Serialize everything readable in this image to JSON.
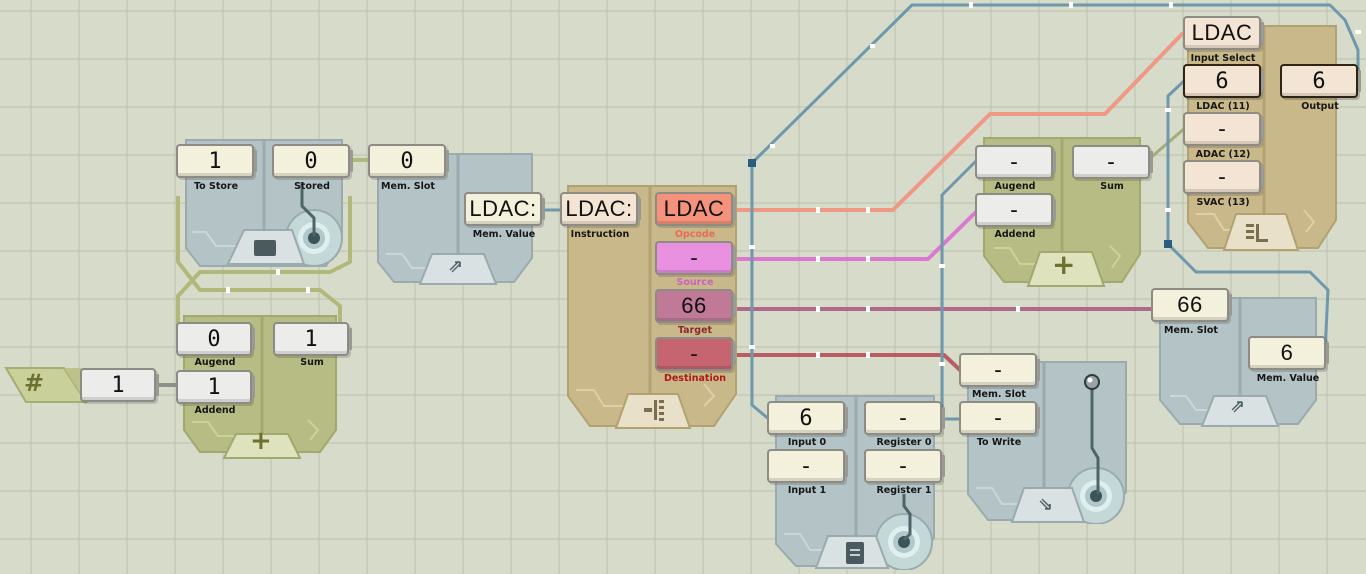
{
  "colors": {
    "background": "#d7dbca",
    "wire_green": "#b2b87a",
    "wire_blue": "#6f98ac",
    "wire_opcode": "#ef9884",
    "wire_source": "#d97ad0",
    "wire_target": "#b06a88",
    "wire_destination": "#b85d66",
    "wire_olive": "#9fad78",
    "chip_blue": "#b4c3c6",
    "chip_green": "#b6bc84",
    "chip_tan": "#c9b98a"
  },
  "constant": {
    "icon": "hash-icon",
    "value": "1"
  },
  "adder_left": {
    "icon": "plus-icon",
    "augend": {
      "value": "0",
      "label": "Augend"
    },
    "addend": {
      "value": "1",
      "label": "Addend"
    },
    "sum": {
      "value": "1",
      "label": "Sum"
    }
  },
  "register_left": {
    "icon": "box-icon",
    "to_store": {
      "value": "1",
      "label": "To Store"
    },
    "stored": {
      "value": "0",
      "label": "Stored"
    }
  },
  "ram_read_left": {
    "icon": "memory-read-icon",
    "mem_slot": {
      "value": "0",
      "label": "Mem. Slot"
    },
    "mem_value": {
      "value": "LDAC:",
      "label": "Mem. Value"
    }
  },
  "decoder": {
    "icon": "split-icon",
    "instruction": {
      "value": "LDAC:",
      "label": "Instruction"
    },
    "opcode": {
      "value": "LDAC",
      "label": "Opcode"
    },
    "source": {
      "value": "-",
      "label": "Source"
    },
    "target": {
      "value": "66",
      "label": "Target"
    },
    "destination": {
      "value": "-",
      "label": "Destination"
    }
  },
  "adder_right": {
    "icon": "plus-icon",
    "augend": {
      "value": "-",
      "label": "Augend"
    },
    "addend": {
      "value": "-",
      "label": "Addend"
    },
    "sum": {
      "value": "-",
      "label": "Sum"
    }
  },
  "selector": {
    "icon": "selector-icon",
    "input_select": {
      "value": "LDAC",
      "label": "Input Select"
    },
    "ldac": {
      "value": "6",
      "label": "LDAC (11)"
    },
    "adac": {
      "value": "-",
      "label": "ADAC (12)"
    },
    "svac": {
      "value": "-",
      "label": "SVAC (13)"
    },
    "output": {
      "value": "6",
      "label": "Output"
    }
  },
  "ram_read_right": {
    "icon": "memory-read-icon",
    "mem_slot": {
      "value": "66",
      "label": "Mem. Slot"
    },
    "mem_value": {
      "value": "6",
      "label": "Mem. Value"
    }
  },
  "register_bank": {
    "icon": "document-icon",
    "input0": {
      "value": "6",
      "label": "Input 0"
    },
    "input1": {
      "value": "-",
      "label": "Input 1"
    },
    "register0": {
      "value": "-",
      "label": "Register 0"
    },
    "register1": {
      "value": "-",
      "label": "Register 1"
    }
  },
  "ram_write": {
    "icon": "memory-write-icon",
    "mem_slot": {
      "value": "-",
      "label": "Mem. Slot"
    },
    "to_write": {
      "value": "-",
      "label": "To Write"
    }
  }
}
